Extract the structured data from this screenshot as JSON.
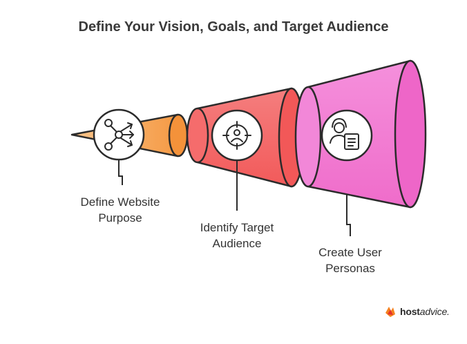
{
  "title": "Define Your Vision, Goals, and Target Audience",
  "steps": [
    {
      "label": "Define Website\nPurpose",
      "icon": "branching-arrows-icon",
      "color": "#f6a14e"
    },
    {
      "label": "Identify Target\nAudience",
      "icon": "target-person-icon",
      "color": "#f56a6a"
    },
    {
      "label": "Create User\nPersonas",
      "icon": "persona-card-icon",
      "color": "#f37fd6"
    }
  ],
  "brand": {
    "name_bold": "host",
    "name_regular": "advice."
  }
}
